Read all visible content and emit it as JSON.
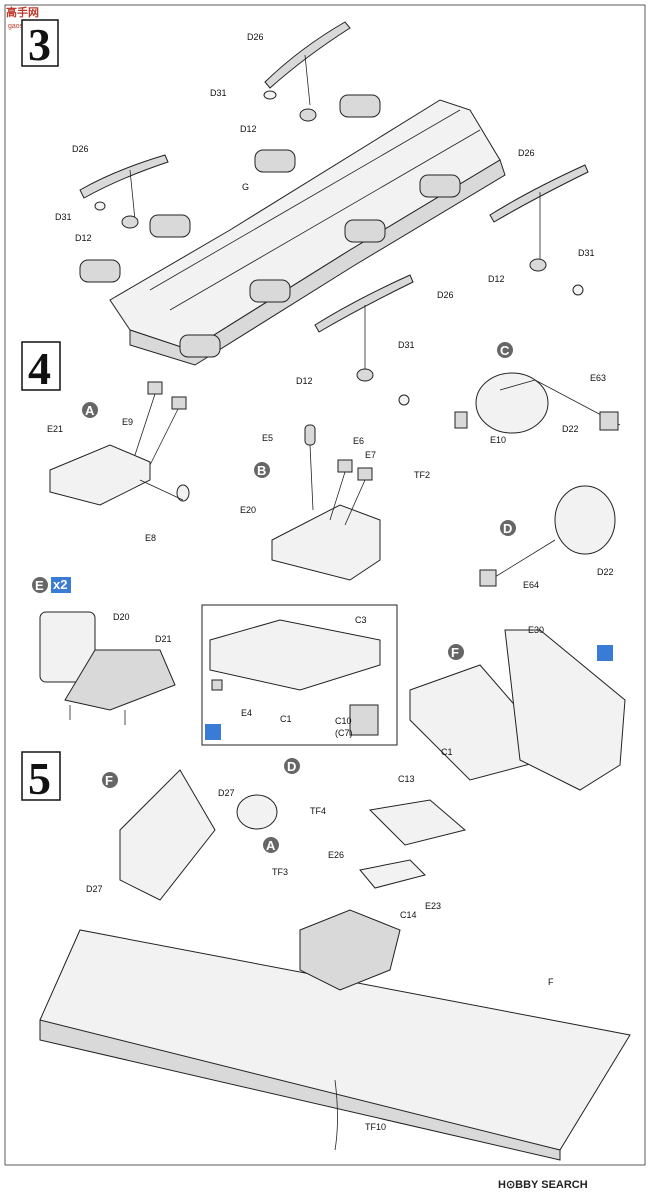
{
  "watermark_top": {
    "cn": "高手网",
    "url": "gaoshou.com"
  },
  "watermark_bottom": "H⊙BBY SEARCH",
  "steps": [
    "3",
    "4",
    "5"
  ],
  "sub_markers": {
    "A": "A",
    "B": "B",
    "C": "C",
    "D": "D",
    "E": "E",
    "F": "F",
    "x2": "x2"
  },
  "labels": {
    "D26_a": "D26",
    "D31_a": "D31",
    "D12_a": "D12",
    "D26_b": "D26",
    "D31_b": "D31",
    "D12_b": "D12",
    "G": "G",
    "D26_c": "D26",
    "D12_c": "D12",
    "D31_c": "D31",
    "D26_d": "D26",
    "D31_d": "D31",
    "D12_d": "D12",
    "E9": "E9",
    "E21": "E21",
    "E8": "E8",
    "E5": "E5",
    "E6": "E6",
    "E7": "E7",
    "TF2": "TF2",
    "E20": "E20",
    "E63": "E63",
    "E10": "E10",
    "D22_a": "D22",
    "E64": "E64",
    "D22_b": "D22",
    "D20": "D20",
    "D21": "D21",
    "C3": "C3",
    "E4": "E4",
    "C1_a": "C1",
    "C10": "C10",
    "C7": "(C7)",
    "E30": "E30",
    "C1_b": "C1",
    "D27_a": "D27",
    "TF4": "TF4",
    "C13": "C13",
    "E26": "E26",
    "TF3": "TF3",
    "D27_b": "D27",
    "C14": "C14",
    "E23": "E23",
    "F": "F",
    "TF10": "TF10"
  }
}
